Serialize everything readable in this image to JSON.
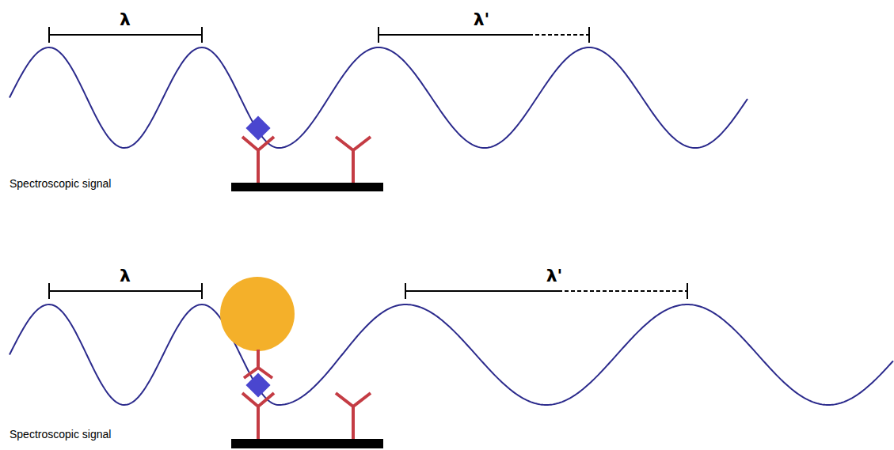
{
  "diagram": {
    "labels": [
      "λ",
      "λ'",
      "Spectroscopic signal",
      "λ",
      "λ'",
      "Spectroscopic signal"
    ]
  }
}
